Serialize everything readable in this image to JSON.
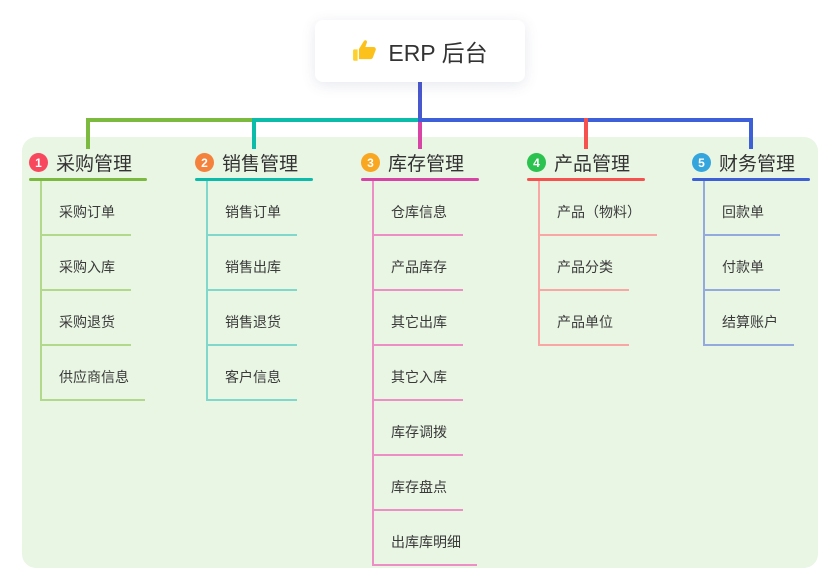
{
  "root": {
    "label": "ERP 后台",
    "icon": "thumbs-up-icon",
    "icon_color": "#fdd02f"
  },
  "colors": {
    "panel_bg": "#e9f6e4",
    "root_trunk": "#4a58ce",
    "canvas_bg": "#ffffff",
    "text": "#333333"
  },
  "branches": [
    {
      "index": "1",
      "label": "采购管理",
      "badge_color": "#f8485e",
      "line_color": "#7cb93f",
      "child_line_color": "#b2d98b",
      "children": [
        "采购订单",
        "采购入库",
        "采购退货",
        "供应商信息"
      ]
    },
    {
      "index": "2",
      "label": "销售管理",
      "badge_color": "#f5823c",
      "line_color": "#0cbcab",
      "child_line_color": "#7fd8cb",
      "children": [
        "销售订单",
        "销售出库",
        "销售退货",
        "客户信息"
      ]
    },
    {
      "index": "3",
      "label": "库存管理",
      "badge_color": "#f9a620",
      "line_color": "#d844a6",
      "child_line_color": "#ee8ec7",
      "children": [
        "仓库信息",
        "产品库存",
        "其它出库",
        "其它入库",
        "库存调拨",
        "库存盘点",
        "出库库明细"
      ]
    },
    {
      "index": "4",
      "label": "产品管理",
      "badge_color": "#2bc24f",
      "line_color": "#f7514f",
      "child_line_color": "#f9a6a4",
      "children": [
        "产品（物料）",
        "产品分类",
        "产品单位"
      ]
    },
    {
      "index": "5",
      "label": "财务管理",
      "badge_color": "#34a5dd",
      "line_color": "#3d5fd7",
      "child_line_color": "#93aade",
      "children": [
        "回款单",
        "付款单",
        "结算账户"
      ]
    }
  ]
}
